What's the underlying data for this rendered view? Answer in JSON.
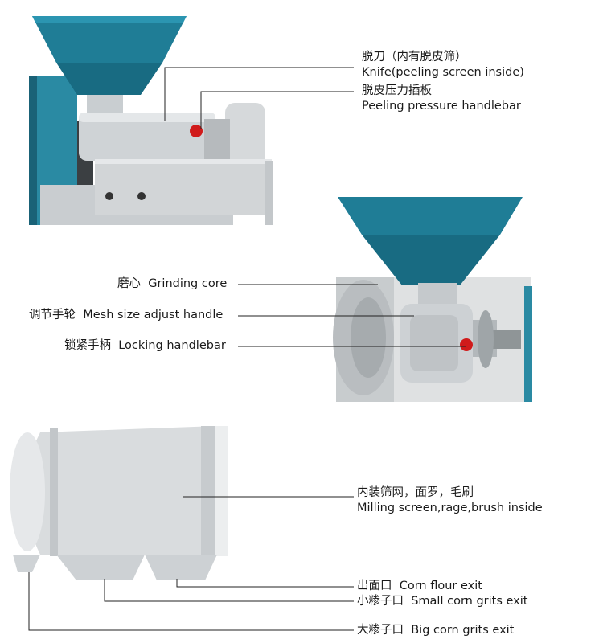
{
  "callouts": {
    "knife": {
      "cn": "脱刀（内有脱皮筛）",
      "en": "Knife(peeling screen inside)"
    },
    "pressure": {
      "cn": "脱皮压力插板",
      "en": "Peeling pressure handlebar"
    },
    "grinding": {
      "cn": "磨心",
      "en": "Grinding core"
    },
    "mesh": {
      "cn": "调节手轮",
      "en": "Mesh size adjust handle"
    },
    "locking": {
      "cn": "锁紧手柄",
      "en": "Locking handlebar"
    },
    "screen": {
      "cn": "内装筛网，面罗，毛刷",
      "en": "Milling screen,rage,brush inside"
    },
    "flour": {
      "cn": "出面口",
      "en": "Corn flour exit"
    },
    "small": {
      "cn": "小糁子口",
      "en": "Small corn grits exit"
    },
    "big": {
      "cn": "大糁子口",
      "en": "Big corn grits exit"
    }
  },
  "colors": {
    "hopper": "#1f7d96",
    "body": "#d9dcdd",
    "accent": "#d01b1b",
    "line": "#222222"
  }
}
